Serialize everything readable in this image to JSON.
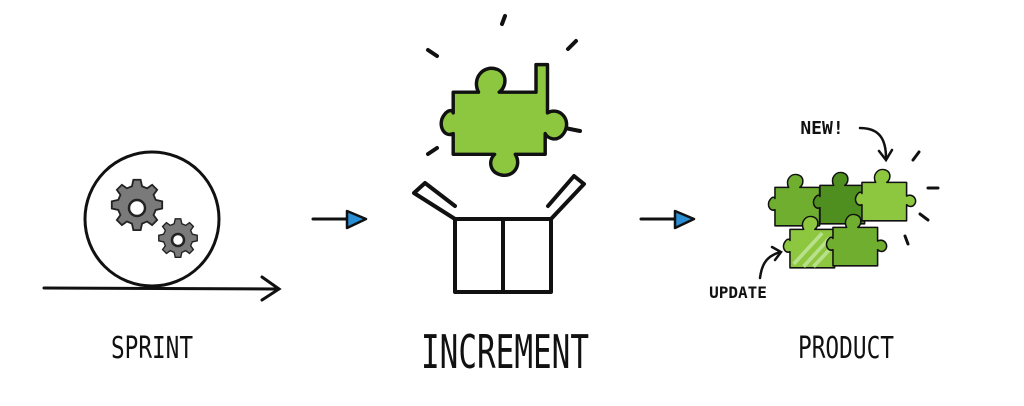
{
  "stages": [
    {
      "id": "sprint",
      "label": "SPRINT"
    },
    {
      "id": "increment",
      "label": "INCREMENT"
    },
    {
      "id": "product",
      "label": "PRODUCT"
    }
  ],
  "annotations": {
    "new": "NEW!",
    "update": "UPDATE"
  },
  "colors": {
    "ink": "#111111",
    "puzzle_light": "#8dc63f",
    "puzzle_mid": "#6fae2f",
    "puzzle_dark": "#4f8f1f",
    "gear": "#7a7a7a",
    "arrow_head": "#2a8fd4"
  },
  "icons": [
    "gears-icon",
    "puzzle-piece-icon",
    "open-box-icon",
    "puzzle-cluster-icon",
    "arrow-right-icon"
  ]
}
